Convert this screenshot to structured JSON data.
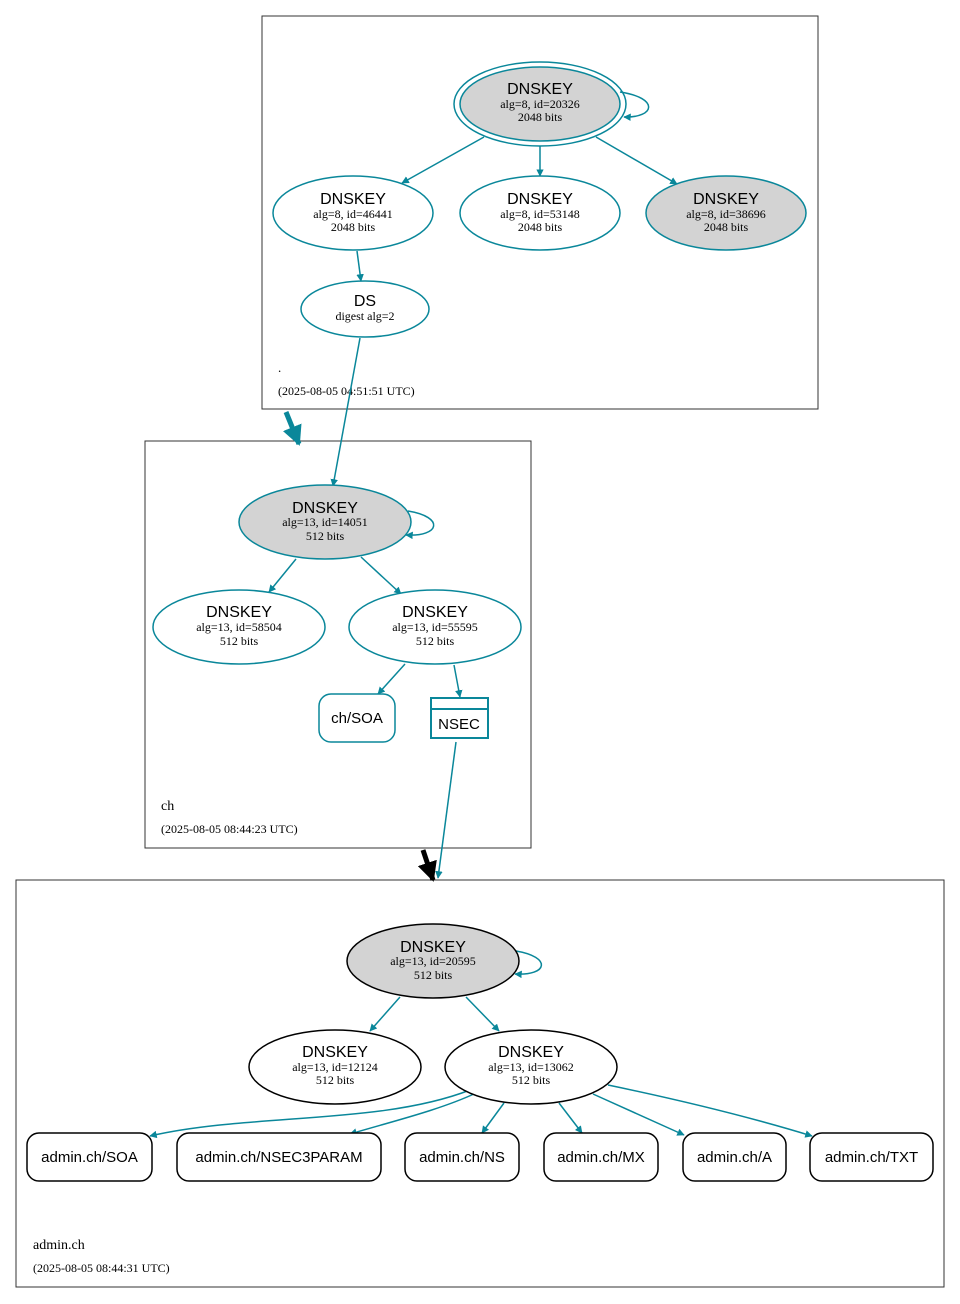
{
  "colors": {
    "teal": "#0a879a",
    "gray_fill": "#d3d3d3",
    "black": "#000000",
    "white": "#ffffff"
  },
  "zones": {
    "root": {
      "name": ".",
      "timestamp": "(2025-08-05 04:51:51 UTC)"
    },
    "ch": {
      "name": "ch",
      "timestamp": "(2025-08-05 08:44:23 UTC)"
    },
    "admin": {
      "name": "admin.ch",
      "timestamp": "(2025-08-05 08:44:31 UTC)"
    }
  },
  "nodes": {
    "root_ksk": {
      "title": "DNSKEY",
      "line1": "alg=8, id=20326",
      "line2": "2048 bits"
    },
    "root_zsk1": {
      "title": "DNSKEY",
      "line1": "alg=8, id=46441",
      "line2": "2048 bits"
    },
    "root_zsk2": {
      "title": "DNSKEY",
      "line1": "alg=8, id=53148",
      "line2": "2048 bits"
    },
    "root_zsk3": {
      "title": "DNSKEY",
      "line1": "alg=8, id=38696",
      "line2": "2048 bits"
    },
    "root_ds": {
      "title": "DS",
      "line1": "digest alg=2"
    },
    "ch_ksk": {
      "title": "DNSKEY",
      "line1": "alg=13, id=14051",
      "line2": "512 bits"
    },
    "ch_zsk1": {
      "title": "DNSKEY",
      "line1": "alg=13, id=58504",
      "line2": "512 bits"
    },
    "ch_zsk2": {
      "title": "DNSKEY",
      "line1": "alg=13, id=55595",
      "line2": "512 bits"
    },
    "ch_soa": {
      "label": "ch/SOA"
    },
    "ch_nsec": {
      "label": "NSEC"
    },
    "admin_ksk": {
      "title": "DNSKEY",
      "line1": "alg=13, id=20595",
      "line2": "512 bits"
    },
    "admin_zsk1": {
      "title": "DNSKEY",
      "line1": "alg=13, id=12124",
      "line2": "512 bits"
    },
    "admin_zsk2": {
      "title": "DNSKEY",
      "line1": "alg=13, id=13062",
      "line2": "512 bits"
    },
    "admin_soa": {
      "label": "admin.ch/SOA"
    },
    "admin_nsec3": {
      "label": "admin.ch/NSEC3PARAM"
    },
    "admin_ns": {
      "label": "admin.ch/NS"
    },
    "admin_mx": {
      "label": "admin.ch/MX"
    },
    "admin_a": {
      "label": "admin.ch/A"
    },
    "admin_txt": {
      "label": "admin.ch/TXT"
    }
  }
}
